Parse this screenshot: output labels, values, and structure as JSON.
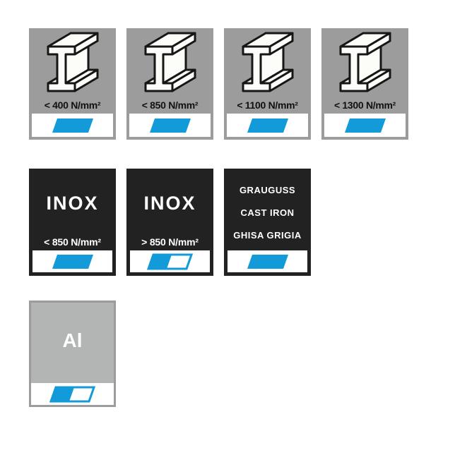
{
  "panel": {
    "description_rows": 3,
    "colors": {
      "accent_blue": "#129bd8",
      "steel_tile_gray": "#9c9c9c",
      "dark_tile": "#222222",
      "aluminum_tile_fill": "#b2b5b4",
      "aluminum_tile_border": "#9c9c9c",
      "strip_background": "#ffffff",
      "label_dark": "#111111",
      "label_light": "#ffffff"
    },
    "icons": {
      "steel_beam": "steel-i-beam-icon",
      "full_parallelogram": "suitability-full-icon",
      "partial_parallelogram": "suitability-partial-icon"
    }
  },
  "rows": {
    "steel": {
      "tiles": [
        {
          "label": "< 400 N/mm²",
          "suitability": "full"
        },
        {
          "label": "< 850 N/mm²",
          "suitability": "full"
        },
        {
          "label": "< 1100 N/mm²",
          "suitability": "full"
        },
        {
          "label": "< 1300 N/mm²",
          "suitability": "full"
        }
      ]
    },
    "inox_cast_iron": {
      "tiles": [
        {
          "title": "INOX",
          "label": "< 850 N/mm²",
          "suitability": "full"
        },
        {
          "title": "INOX",
          "label": "> 850 N/mm²",
          "suitability": "partial"
        },
        {
          "lines": [
            "GRAUGUSS",
            "CAST IRON",
            "GHISA GRIGIA"
          ],
          "suitability": "full"
        }
      ]
    },
    "aluminum": {
      "tiles": [
        {
          "title": "Al",
          "suitability": "partial"
        }
      ]
    }
  }
}
